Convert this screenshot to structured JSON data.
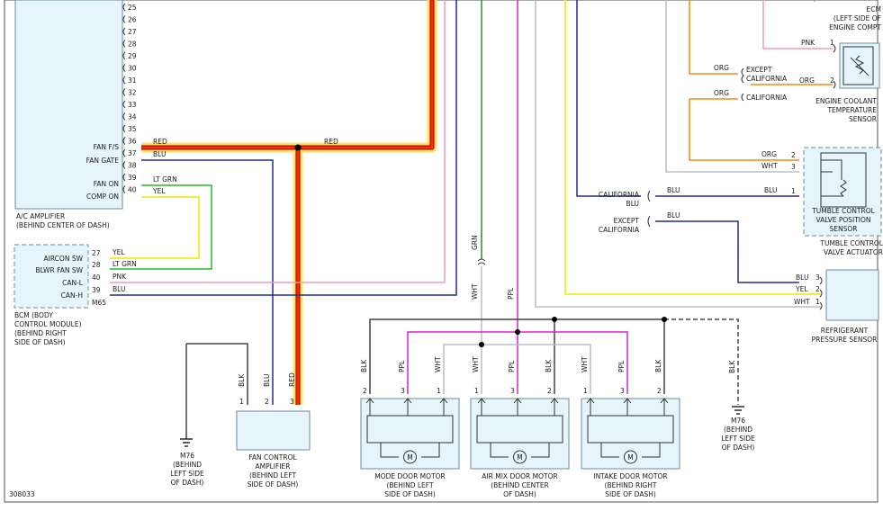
{
  "colors": {
    "RED": "#ff2a00",
    "BLU": "#1d2f9b",
    "LT GRN": "#22bb22",
    "YEL": "#f2ee3c",
    "PNK": "#e8a0b8",
    "BLK": "#444444",
    "WHT": "#bdbdbd",
    "PPL": "#dd22cc",
    "GRN": "#2e8b2e",
    "ORG": "#f08c1e",
    "highlight": "#ffe266"
  },
  "ac_amp": {
    "caption1": "A/C AMPLIFIER",
    "caption2": "(BEHIND CENTER OF DASH)",
    "pins": [
      "25",
      "26",
      "27",
      "28",
      "29",
      "30",
      "31",
      "32",
      "33",
      "34",
      "35",
      "36",
      "37",
      "38",
      "39",
      "40"
    ],
    "fan_fs": "FAN F/S",
    "fan_gate": "FAN GATE",
    "fan_on": "FAN ON",
    "comp_on": "COMP ON",
    "w36": "RED",
    "w37": "BLU",
    "w39": "LT GRN",
    "w40": "YEL",
    "red_mid": "RED"
  },
  "bcm": {
    "pins": [
      "AIRCON SW",
      "BLWR FAN SW",
      "CAN-L",
      "CAN-H"
    ],
    "pin_nums": [
      "27",
      "28",
      "40",
      "39"
    ],
    "wires": [
      "YEL",
      "LT GRN",
      "PNK",
      "BLU"
    ],
    "conn": "M65",
    "caption": [
      "BCM (BODY",
      "CONTROL MODULE)",
      "(BEHIND RIGHT",
      "SIDE OF DASH)"
    ]
  },
  "fan_ctrl": {
    "wires": [
      "BLK",
      "BLU",
      "RED"
    ],
    "pins": [
      "1",
      "2",
      "3"
    ],
    "caption": [
      "FAN CONTROL",
      "AMPLIFIER",
      "(BEHIND LEFT",
      "SIDE OF DASH)"
    ]
  },
  "ground_left": {
    "caption": [
      "M76",
      "(BEHIND",
      "LEFT SIDE",
      "OF DASH)"
    ]
  },
  "ground_right": {
    "caption": [
      "M76",
      "(BEHIND",
      "LEFT SIDE",
      "OF DASH)"
    ],
    "wire": "BLK"
  },
  "trunk": {
    "grn": "GRN",
    "wht": "WHT",
    "ppl": "PPL"
  },
  "motors": [
    {
      "pins": [
        "2",
        "3",
        "1"
      ],
      "wires": [
        "BLK",
        "PPL",
        "WHT"
      ],
      "m": "M",
      "caption": [
        "MODE DOOR MOTOR",
        "(BEHIND LEFT",
        "SIDE OF DASH)"
      ]
    },
    {
      "pins": [
        "1",
        "3",
        "2"
      ],
      "wires": [
        "WHT",
        "PPL",
        "BLK"
      ],
      "m": "M",
      "caption": [
        "AIR MIX DOOR MOTOR",
        "(BEHIND CENTER",
        "OF DASH)"
      ]
    },
    {
      "pins": [
        "1",
        "3",
        "2"
      ],
      "wires": [
        "WHT",
        "PPL",
        "BLK"
      ],
      "m": "M",
      "caption": [
        "INTAKE DOOR MOTOR",
        "(BEHIND RIGHT",
        "SIDE OF DASH)"
      ]
    }
  ],
  "ecm": {
    "line1": "ECM",
    "line2": "(LEFT SIDE OF",
    "line3": "ENGINE COMPT"
  },
  "ect": {
    "pnk": "PNK",
    "pin1": "1",
    "pin2": "2",
    "org1": "ORG",
    "org2": "ORG",
    "org3": "ORG",
    "except_ca": [
      "EXCEPT",
      "CALIFORNIA"
    ],
    "ca": "CALIFORNIA",
    "caption": [
      "ENGINE COOLANT",
      "TEMPERATURE",
      "SENSOR"
    ]
  },
  "tumble": {
    "org": "ORG",
    "wht": "WHT",
    "blu": "BLU",
    "blu2": "BLU",
    "blu3": "BLU",
    "pins": [
      "2",
      "3",
      "1"
    ],
    "split_ca": [
      "CALIFORNIA",
      "BLU"
    ],
    "split_exc": [
      "EXCEPT",
      "CALIFORNIA"
    ],
    "caption": [
      "TUMBLE CONTROL",
      "VALVE POSITION",
      "SENSOR"
    ],
    "caption2": [
      "TUMBLE CONTROL",
      "VALVE ACTUATOR"
    ]
  },
  "refrig": {
    "wires": [
      "BLU",
      "YEL",
      "WHT"
    ],
    "pins": [
      "3",
      "2",
      "1"
    ],
    "caption": [
      "REFRIGERANT",
      "PRESSURE SENSOR"
    ]
  },
  "footer": {
    "id": "308033"
  }
}
